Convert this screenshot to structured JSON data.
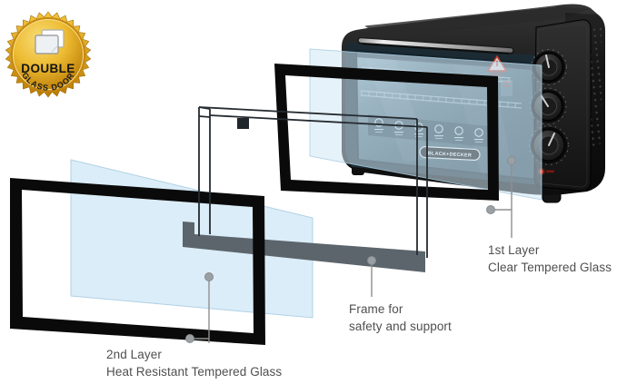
{
  "badge": {
    "title": "DOUBLE",
    "subtitle": "GLASS DOOR",
    "icon": "double-glass-panes-icon",
    "gold_color": "#d99a1f"
  },
  "product": {
    "brand_label": "BLACK+DECKER",
    "knob_count": 3,
    "preset_icon_count": 6,
    "indicator": "red-power-light"
  },
  "callouts": {
    "first_layer": {
      "line1": "1st Layer",
      "line2": "Clear Tempered Glass"
    },
    "frame": {
      "line1": "Frame for",
      "line2": "safety and support"
    },
    "second_layer": {
      "line1": "2nd Layer",
      "line2": "Heat Resistant Tempered Glass"
    }
  },
  "colors": {
    "glass_pane_blue": "#cfe7f5",
    "frame_black": "#0a0a0a",
    "support_frame_gray": "#5c656c",
    "callout_gray": "#8f8f8f",
    "oven_glass_teal": "#46606d"
  }
}
